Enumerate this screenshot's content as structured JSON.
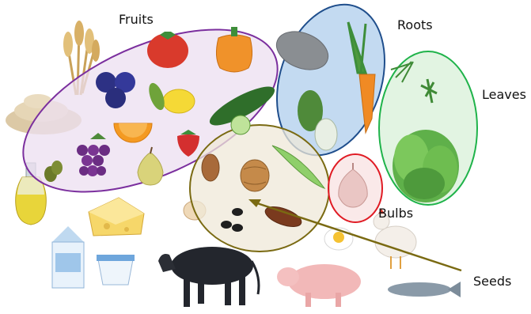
{
  "labels": {
    "fruits": "Fruits",
    "roots": "Roots",
    "leaves": "Leaves",
    "bulbs": "Bulbs",
    "seeds": "Seeds"
  },
  "colors": {
    "fruits_stroke": "#7b2f9e",
    "fruits_fill": "#ecdff0",
    "roots_stroke": "#1f4e8c",
    "roots_fill": "#b9d4ee",
    "leaves_stroke": "#1fb34a",
    "leaves_fill": "#d8f0d8",
    "bulbs_stroke": "#e01b24",
    "bulbs_fill": "#f9e4e4",
    "seeds_stroke": "#7a6a12",
    "seeds_fill": "#efe8d8"
  }
}
